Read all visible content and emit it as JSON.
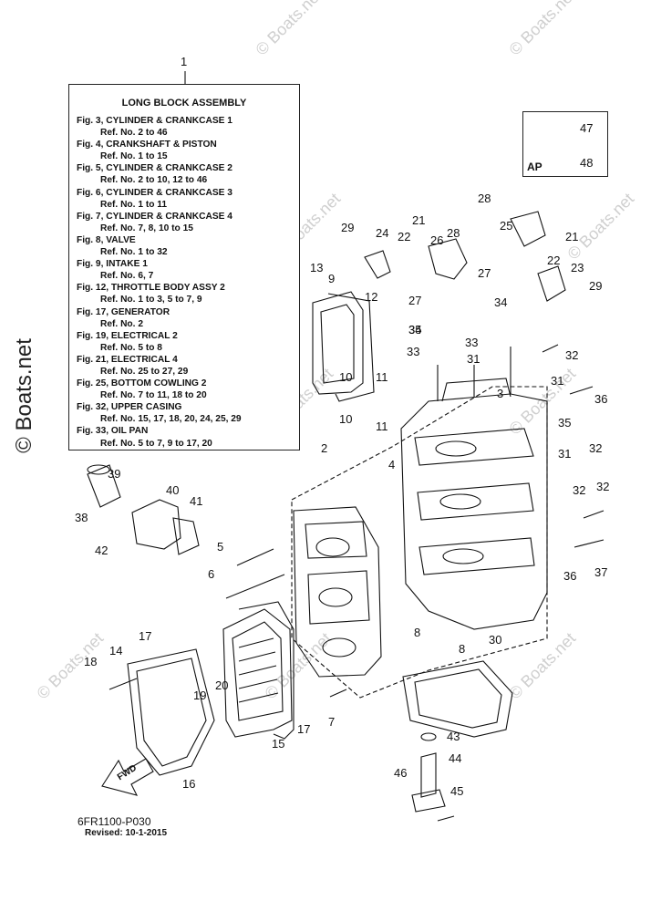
{
  "reference_box": {
    "callout": "1",
    "title": "LONG BLOCK ASSEMBLY",
    "entries": [
      {
        "fig": "Fig. 3, CYLINDER & CRANKCASE 1",
        "ref": "Ref. No. 2 to 46"
      },
      {
        "fig": "Fig. 4, CRANKSHAFT & PISTON",
        "ref": "Ref. No. 1 to 15"
      },
      {
        "fig": "Fig. 5, CYLINDER & CRANKCASE 2",
        "ref": "Ref. No. 2 to 10, 12 to 46"
      },
      {
        "fig": "Fig. 6, CYLINDER & CRANKCASE 3",
        "ref": "Ref. No. 1 to 11"
      },
      {
        "fig": "Fig. 7, CYLINDER & CRANKCASE 4",
        "ref": "Ref. No. 7, 8, 10 to 15"
      },
      {
        "fig": "Fig. 8, VALVE",
        "ref": "Ref. No. 1 to 32"
      },
      {
        "fig": "Fig. 9, INTAKE 1",
        "ref": "Ref. No. 6, 7"
      },
      {
        "fig": "Fig. 12, THROTTLE BODY ASSY 2",
        "ref": "Ref. No. 1 to 3, 5 to 7, 9"
      },
      {
        "fig": "Fig. 17, GENERATOR",
        "ref": "Ref. No. 2"
      },
      {
        "fig": "Fig. 19, ELECTRICAL 2",
        "ref": "Ref. No. 5 to 8"
      },
      {
        "fig": "Fig. 21, ELECTRICAL 4",
        "ref": "Ref. No. 25 to 27, 29"
      },
      {
        "fig": "Fig. 25, BOTTOM COWLING 2",
        "ref": "Ref. No. 7 to 11, 18 to 20"
      },
      {
        "fig": "Fig. 32, UPPER CASING",
        "ref": "Ref. No. 15, 17, 18, 20, 24, 25, 29"
      },
      {
        "fig": "Fig. 33, OIL PAN",
        "ref": "Ref. No. 5 to 7, 9 to 17, 20"
      }
    ]
  },
  "ap_box": {
    "label": "AP",
    "callouts": [
      "47",
      "48"
    ]
  },
  "callouts": [
    "2",
    "3",
    "4",
    "5",
    "6",
    "7",
    "8",
    "8",
    "9",
    "10",
    "10",
    "11",
    "11",
    "12",
    "13",
    "14",
    "15",
    "16",
    "17",
    "17",
    "18",
    "19",
    "20",
    "21",
    "21",
    "22",
    "22",
    "23",
    "24",
    "25",
    "26",
    "27",
    "27",
    "28",
    "28",
    "29",
    "29",
    "30",
    "31",
    "31",
    "31",
    "32",
    "32",
    "32",
    "32",
    "33",
    "33",
    "34",
    "34",
    "35",
    "35",
    "36",
    "36",
    "37",
    "38",
    "39",
    "40",
    "41",
    "42",
    "43",
    "44",
    "45",
    "46"
  ],
  "fwd_label": "FWD",
  "part_number": "6FR1100-P030",
  "revised": "Revised: 10-1-2015",
  "watermark_text": "© Boats.net",
  "side_watermark": "© Boats.net",
  "colors": {
    "ink": "#111111",
    "watermark": "#cfcfcf",
    "background": "#ffffff"
  }
}
